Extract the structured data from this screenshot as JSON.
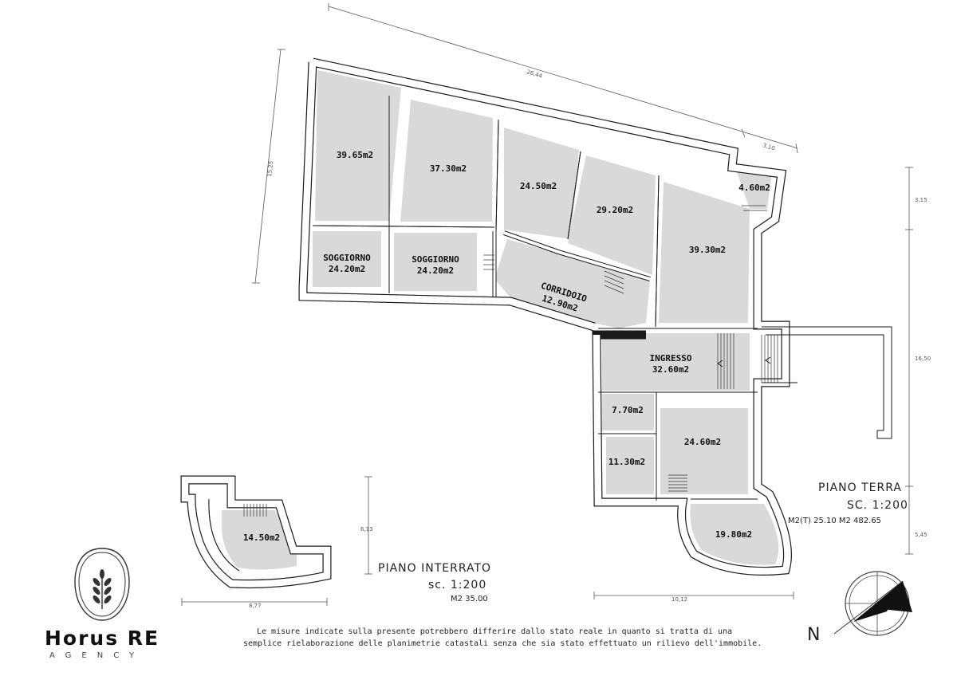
{
  "rooms": {
    "r1": "39.65m2",
    "r2": "37.30m2",
    "r3": "24.50m2",
    "r4": "29.20m2",
    "r5": "4.60m2",
    "r6": "39.30m2",
    "soggiorno1_name": "SOGGIORNO",
    "soggiorno1_area": "24.20m2",
    "soggiorno2_name": "SOGGIORNO",
    "soggiorno2_area": "24.20m2",
    "corridoio_name": "CORRIDOIO",
    "corridoio_area": "12.90m2",
    "ingresso_name": "INGRESSO",
    "ingresso_area": "32.60m2",
    "r7": "7.70m2",
    "r8": "11.30m2",
    "r9": "24.60m2",
    "r10": "19.80m2",
    "basement": "14.50m2"
  },
  "dimensions": {
    "top": "26,44",
    "top_right": "3,10",
    "left": "15,25",
    "right_top": "3,15",
    "right_mid": "16,50",
    "right_bottom": "5,45",
    "bottom": "10,12",
    "basement_bottom": "8,77",
    "basement_right": "6,13"
  },
  "piano_terra": {
    "title": "PIANO TERRA",
    "scale": "SC. 1:200",
    "areas": "M2(T) 25.10   M2 482.65"
  },
  "piano_interrato": {
    "title": "PIANO INTERRATO",
    "scale": "sc. 1:200",
    "area": "M2 35.00"
  },
  "disclaimer": {
    "line1": "Le misure indicate sulla presente potrebbero differire dallo stato reale in quanto si tratta di una",
    "line2": "semplice rielaborazione delle planimetrie catastali senza che sia stato effettuato un rilievo dell'immobile."
  },
  "logo": {
    "name": "Horus RE",
    "tagline": "AGENCY"
  },
  "compass": {
    "north": "N"
  }
}
